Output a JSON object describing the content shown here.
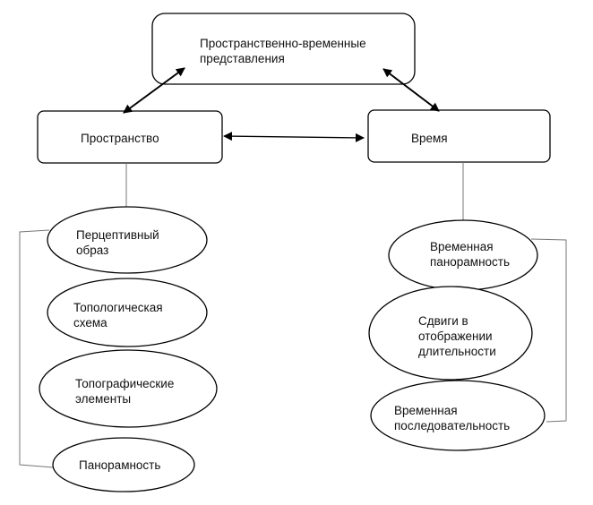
{
  "root": {
    "label": "Пространственно-временные\nпредставления"
  },
  "space": {
    "label": "Пространство",
    "items": [
      {
        "label": "Перцептивный\nобраз"
      },
      {
        "label": "Топологическая\nсхема"
      },
      {
        "label": "Топографические\nэлементы"
      },
      {
        "label": "Панорамность"
      }
    ]
  },
  "time": {
    "label": "Время",
    "items": [
      {
        "label": "Временная\nпанорамность"
      },
      {
        "label": "Сдвиги в\nотображении\nдлительности"
      },
      {
        "label": "Временная\nпоследовательность"
      }
    ]
  }
}
